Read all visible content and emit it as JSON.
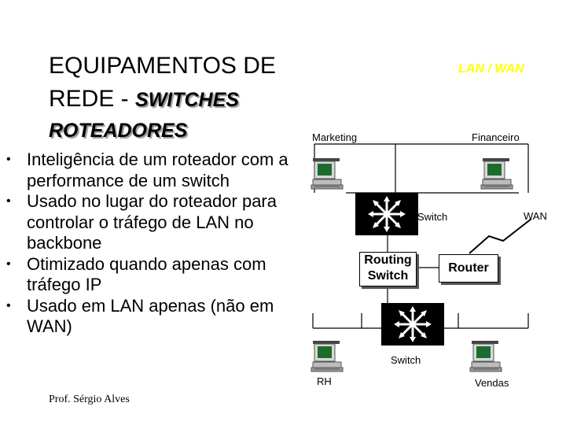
{
  "title": {
    "line1": "EQUIPAMENTOS DE",
    "line2_prefix": "REDE - ",
    "line2_emph": "SWITCHES",
    "line3": "ROTEADORES"
  },
  "bullets": [
    "Inteligência de um roteador com a performance de um switch",
    "Usado no lugar do roteador para controlar o tráfego de LAN no backbone",
    "Otimizado quando apenas com tráfego IP",
    "Usado em LAN apenas (não em WAN)"
  ],
  "author": "Prof. Sérgio Alves",
  "diagram": {
    "lan_wan_caption": "LAN / WAN",
    "marketing": "Marketing",
    "financeiro": "Financeiro",
    "switch_top": "Switch",
    "wan": "WAN",
    "routing_switch_line1": "Routing",
    "routing_switch_line2": "Switch",
    "router": "Router",
    "switch_bottom": "Switch",
    "rh": "RH",
    "vendas": "Vendas"
  }
}
